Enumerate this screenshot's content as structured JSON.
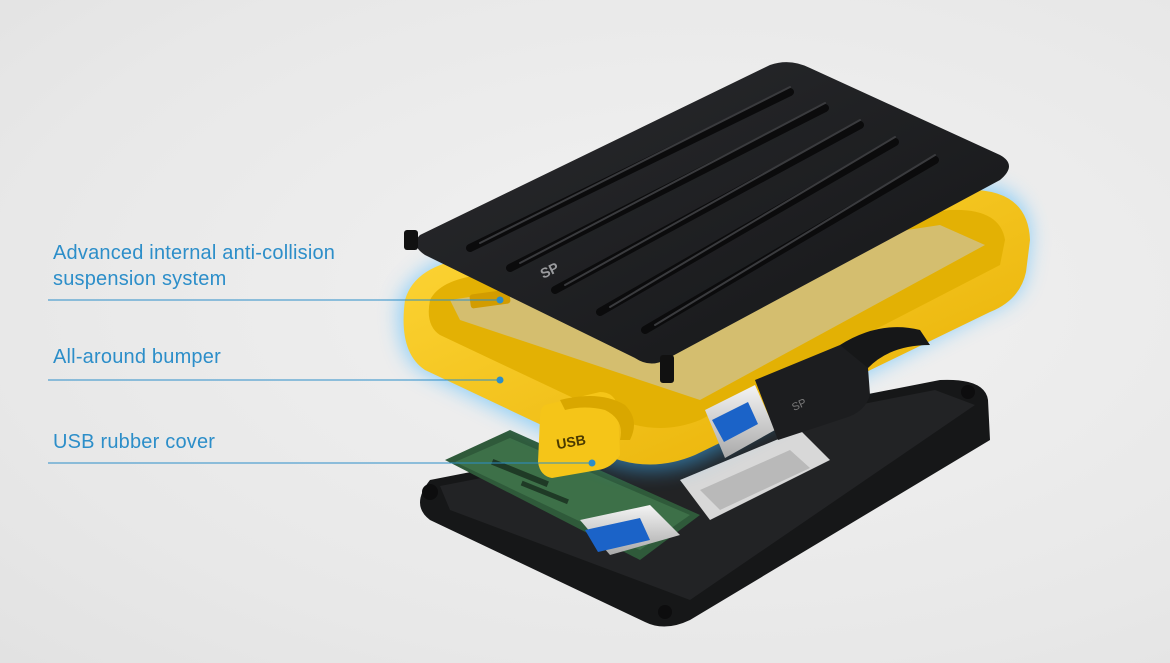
{
  "callouts": {
    "suspension": {
      "line1": "Advanced internal anti-collision",
      "line2": "suspension system"
    },
    "bumper": {
      "label": "All-around bumper"
    },
    "usb_cover": {
      "label": "USB rubber cover"
    }
  },
  "product": {
    "logo_text": "SP",
    "port_label": "USB",
    "cable_logo": "SP"
  },
  "colors": {
    "callout_blue": "#2c8ec9",
    "bumper_yellow": "#f5c518",
    "shell_black": "#1e1f21",
    "glow_blue": "#3fb6ff"
  }
}
